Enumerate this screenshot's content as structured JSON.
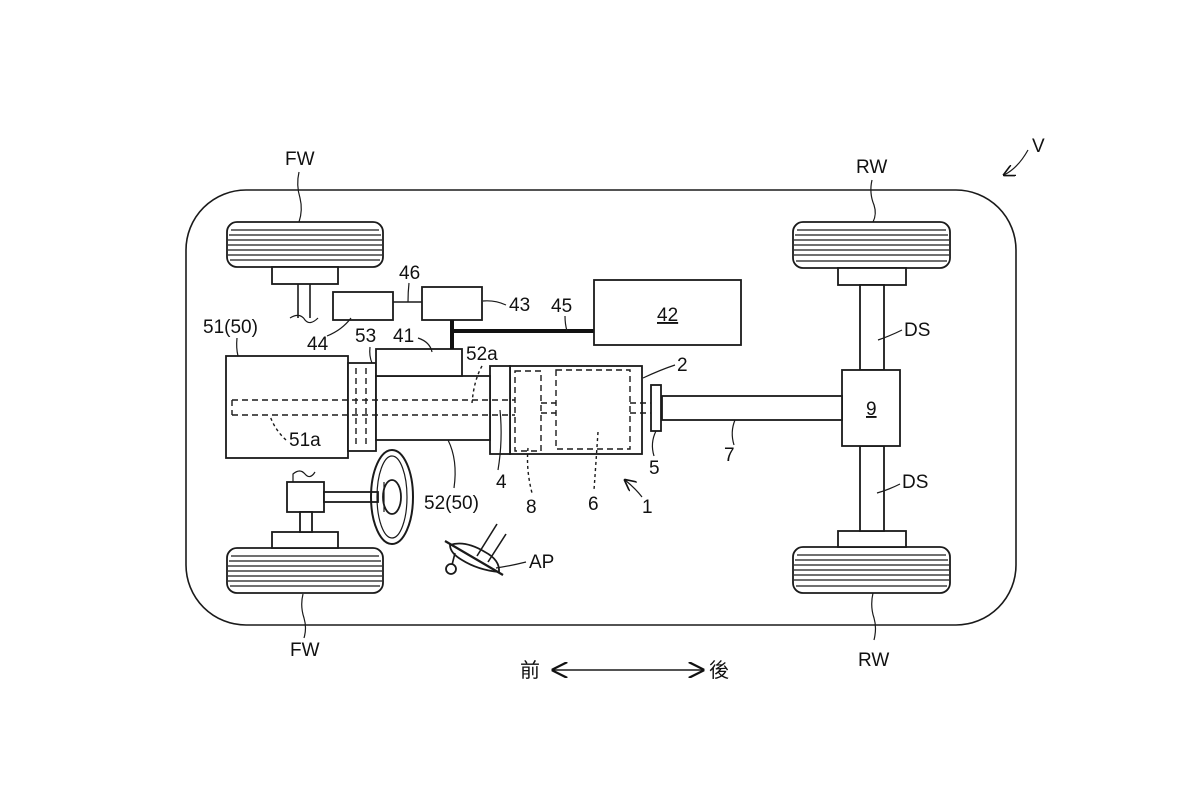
{
  "labels": {
    "vehicle": "V",
    "front_wheel_top": "FW",
    "front_wheel_bottom": "FW",
    "rear_wheel_top": "RW",
    "rear_wheel_bottom": "RW",
    "drive_shaft_top": "DS",
    "drive_shaft_bottom": "DS",
    "part_42": "42",
    "part_43": "43",
    "part_44": "44",
    "part_45": "45",
    "part_46": "46",
    "part_41": "41",
    "part_51_50": "51(50)",
    "part_53": "53",
    "part_52a": "52a",
    "part_51a": "51a",
    "part_52_50": "52(50)",
    "part_2": "2",
    "part_4": "4",
    "part_5": "5",
    "part_6": "6",
    "part_7": "7",
    "part_8": "8",
    "part_9": "9",
    "part_1": "1",
    "accelerator_pedal": "AP",
    "direction_front": "前",
    "direction_rear": "後"
  }
}
